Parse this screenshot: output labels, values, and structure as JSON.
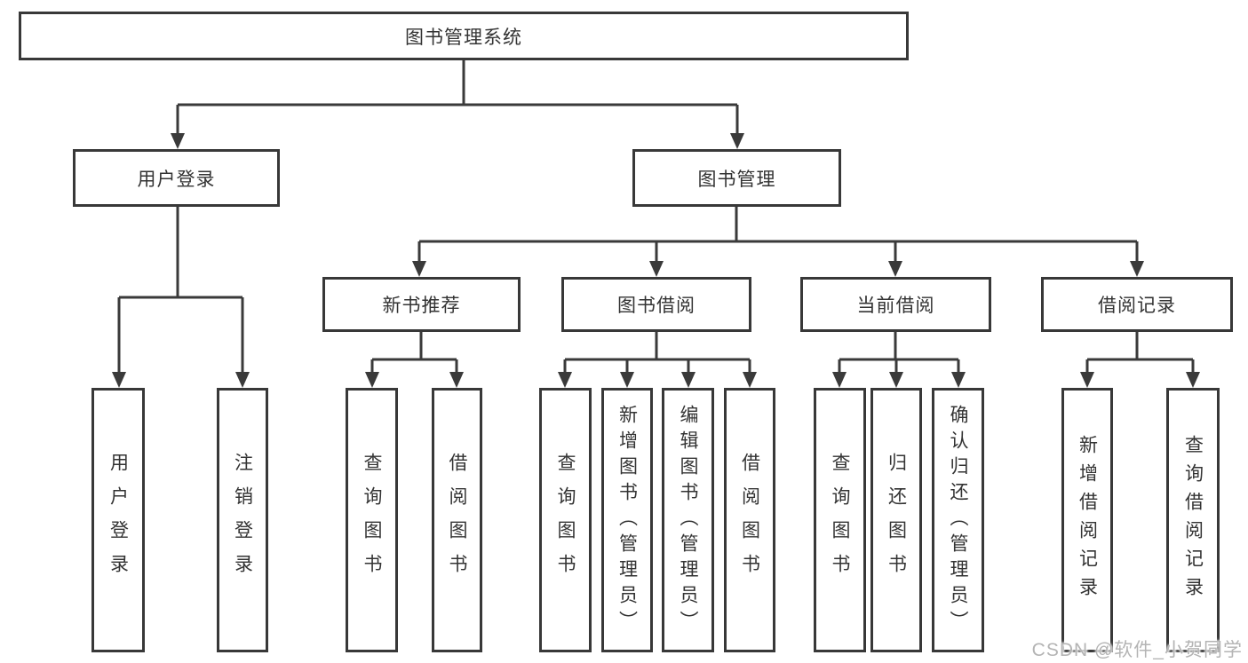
{
  "tree": {
    "label": "图书管理系统",
    "children": [
      {
        "label": "用户登录",
        "children": [
          {
            "label": "用户登录"
          },
          {
            "label": "注销登录"
          }
        ]
      },
      {
        "label": "图书管理",
        "children": [
          {
            "label": "新书推荐",
            "children": [
              {
                "label": "查询图书"
              },
              {
                "label": "借阅图书"
              }
            ]
          },
          {
            "label": "图书借阅",
            "children": [
              {
                "label": "查询图书"
              },
              {
                "label": "新增图书（管理员）"
              },
              {
                "label": "编辑图书（管理员）"
              },
              {
                "label": "借阅图书"
              }
            ]
          },
          {
            "label": "当前借阅",
            "children": [
              {
                "label": "查询图书"
              },
              {
                "label": "归还图书"
              },
              {
                "label": "确认归还（管理员）"
              }
            ]
          },
          {
            "label": "借阅记录",
            "children": [
              {
                "label": "新增借阅记录"
              },
              {
                "label": "查询借阅记录"
              }
            ]
          }
        ]
      }
    ]
  },
  "watermark": {
    "text": "CSDN @软件_小贺同学"
  },
  "colors": {
    "line": "#3a3a3a",
    "box_border": "#383838",
    "text": "#333333",
    "watermark": "#b4b4b4",
    "background": "#ffffff"
  }
}
